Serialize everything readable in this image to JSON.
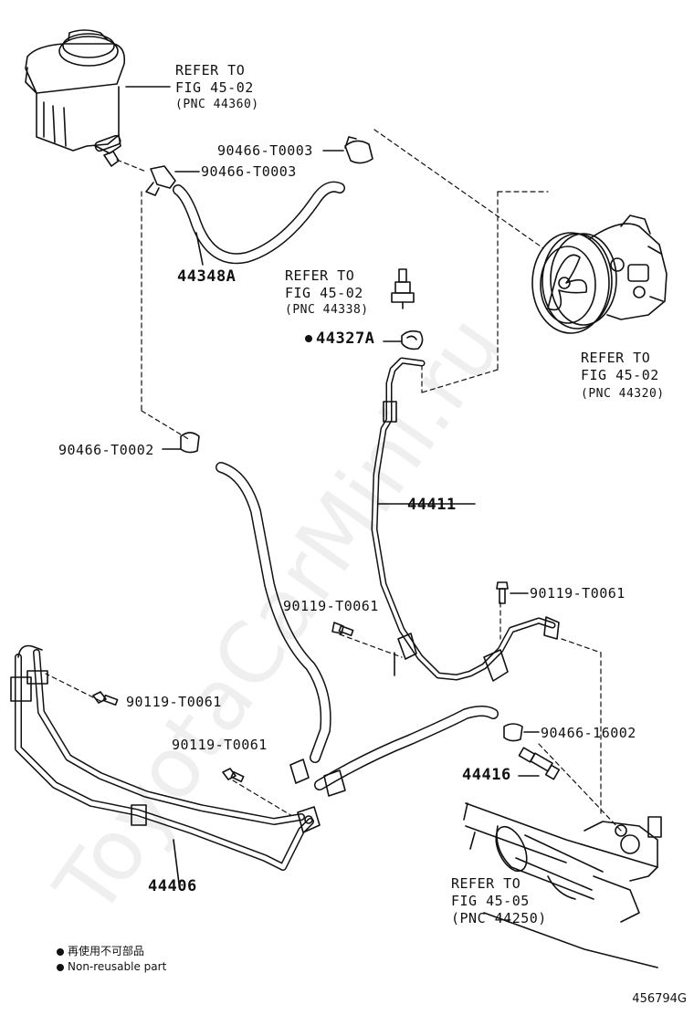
{
  "parts": {
    "reservoir_ref": [
      "REFER TO",
      "FIG 45-02",
      "(PNC 44360)"
    ],
    "clip_top_right": "90466-T0003",
    "clip_top_left": "90466-T0003",
    "hose_return": "44348A",
    "switch_ref": [
      "REFER TO",
      "FIG 45-02",
      "(PNC 44338)"
    ],
    "gasket": "44327A",
    "pump_ref": [
      "REFER TO",
      "FIG 45-02",
      "(PNC 44320)"
    ],
    "clip_mid": "90466-T0002",
    "pressure_tube": "44411",
    "bolt_a": "90119-T0061",
    "bolt_b": "90119-T0061",
    "bolt_c": "90119-T0061",
    "bolt_d": "90119-T0061",
    "clip_low": "90466-16002",
    "union": "44416",
    "return_tube": "44406",
    "rack_ref": [
      "REFER TO",
      "FIG 45-05",
      "(PNC 44250)"
    ]
  },
  "legend": {
    "jp": "再使用不可部品",
    "en": "Non-reusable part"
  },
  "watermark": "ToyotaCarMini.ru",
  "figure_id": "456794G"
}
